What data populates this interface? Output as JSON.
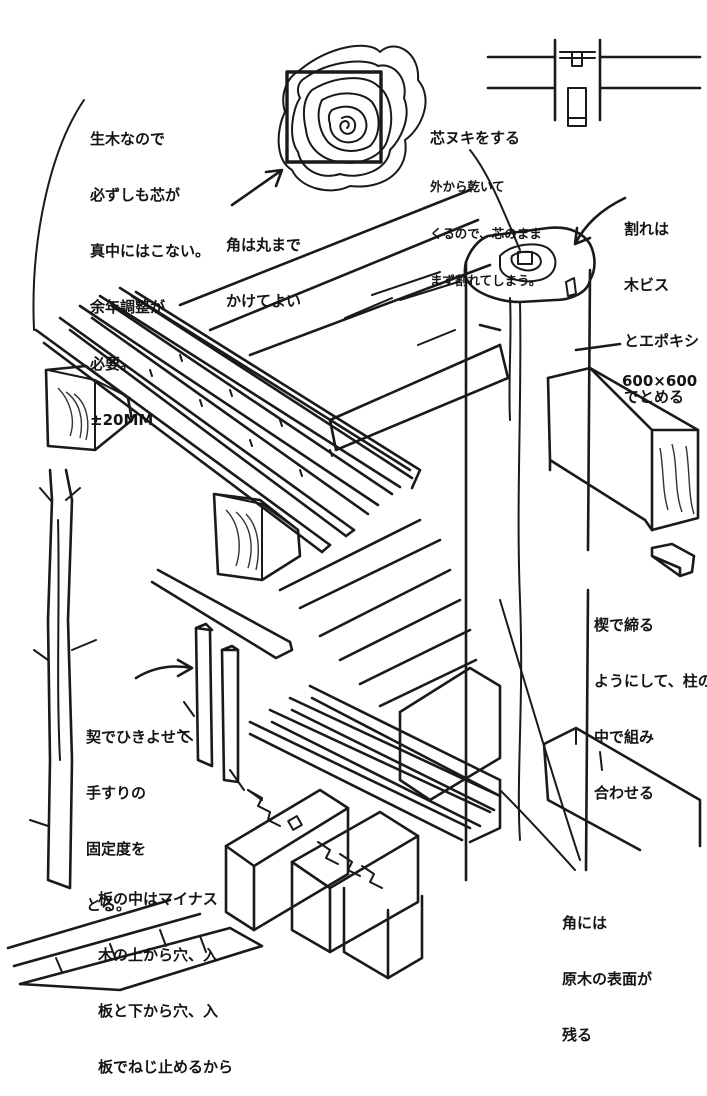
{
  "notes": {
    "log_center": {
      "lines": [
        "生木なので",
        "必ずしも芯が",
        "真中にはこない。",
        "余年調整が",
        "必要。",
        "±20MM"
      ]
    },
    "corner_ok": {
      "lines": [
        "角は丸まで",
        "かけてよい"
      ]
    },
    "core_removal": {
      "title": "芯ヌキをする",
      "lines": [
        "外から乾いて",
        "くるので、芯のまま",
        "まず割れてしまう。"
      ]
    },
    "crack_fix": {
      "lines": [
        "割れは",
        "木ビス",
        "とエポキシ",
        "でとめる"
      ]
    },
    "post_size": {
      "text": "600×600"
    },
    "wedge_fix": {
      "lines": [
        "楔で締る",
        "ようにして、柱の",
        "中で組み",
        "合わせる"
      ]
    },
    "handrail_fix": {
      "lines": [
        "契でひきよせて",
        "手すりの",
        "固定度を",
        "とる。"
      ]
    },
    "board_joint": {
      "lines": [
        "板の中はマイナス",
        "木の上から穴、入",
        "板と下から穴、入",
        "板でねじ止めるから"
      ]
    },
    "corner_trace": {
      "lines": [
        "角には",
        "原木の表面が",
        "残る"
      ]
    }
  }
}
